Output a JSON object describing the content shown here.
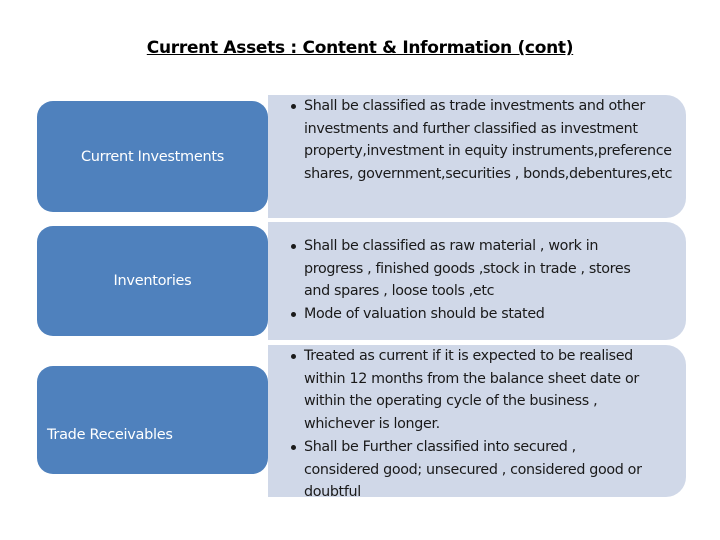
{
  "title": "Current Assets : Content & Information (cont)",
  "rows": [
    {
      "label": "Current Investments",
      "bullets": [
        "Shall be classified as trade investments and other investments and further classified as investment property,investment in equity instruments,preference shares, government,securities , bonds,debentures,etc"
      ]
    },
    {
      "label": "Inventories",
      "bullets": [
        "Shall be classified as raw material , work in progress , finished goods ,stock in trade , stores and spares , loose tools ,etc",
        "Mode of valuation should be stated"
      ]
    },
    {
      "label": "Trade Receivables",
      "bullets": [
        "Treated as current if it is expected to be realised within 12 months from the balance sheet date or within the operating cycle of the business , whichever is longer.",
        "Shall be Further classified into secured , considered good; unsecured , considered good or doubtful"
      ]
    }
  ],
  "colors": {
    "box_fill": "#4f81bd",
    "panel_fill": "#d0d8e8",
    "box_text": "#ffffff",
    "panel_text": "#1a1a1a"
  }
}
